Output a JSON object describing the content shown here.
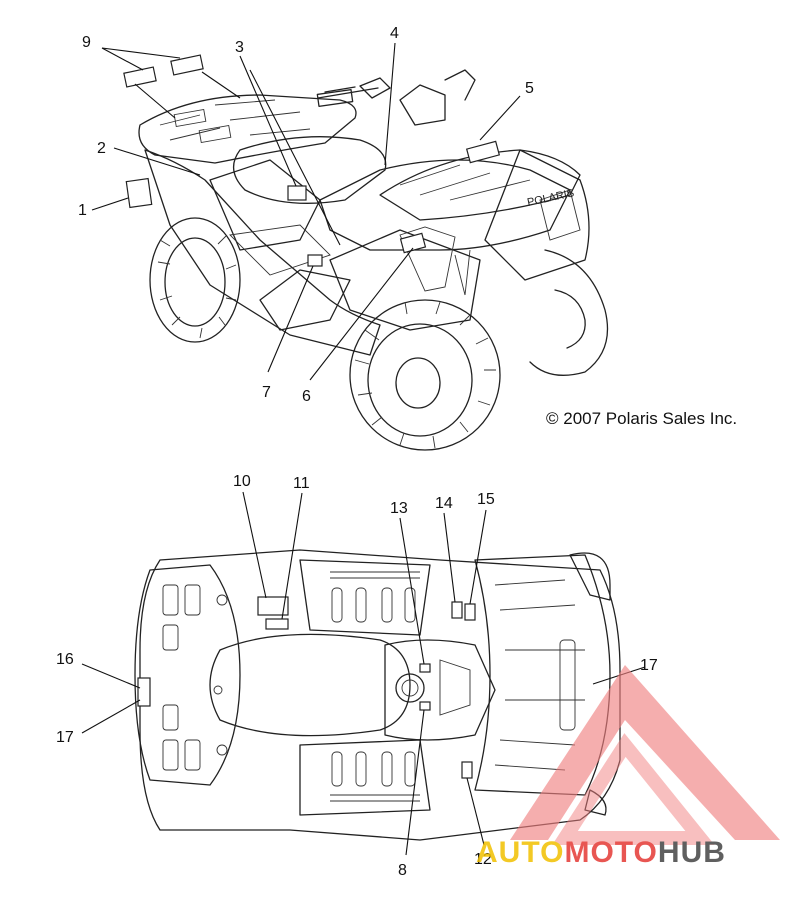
{
  "copyright": "© 2007 Polaris Sales Inc.",
  "hood_text": "POLARIS",
  "callouts_top": [
    "9",
    "3",
    "4",
    "5",
    "2",
    "1",
    "7",
    "6"
  ],
  "callouts_bottom": [
    "10",
    "11",
    "13",
    "14",
    "15",
    "16",
    "17",
    "17",
    "8",
    "12"
  ],
  "watermark": {
    "part1": "AUTO",
    "part2": "MOTO",
    "part3": "HUB",
    "color_auto": "#f2c000",
    "color_moto": "#e53935",
    "color_hub": "#444444"
  }
}
